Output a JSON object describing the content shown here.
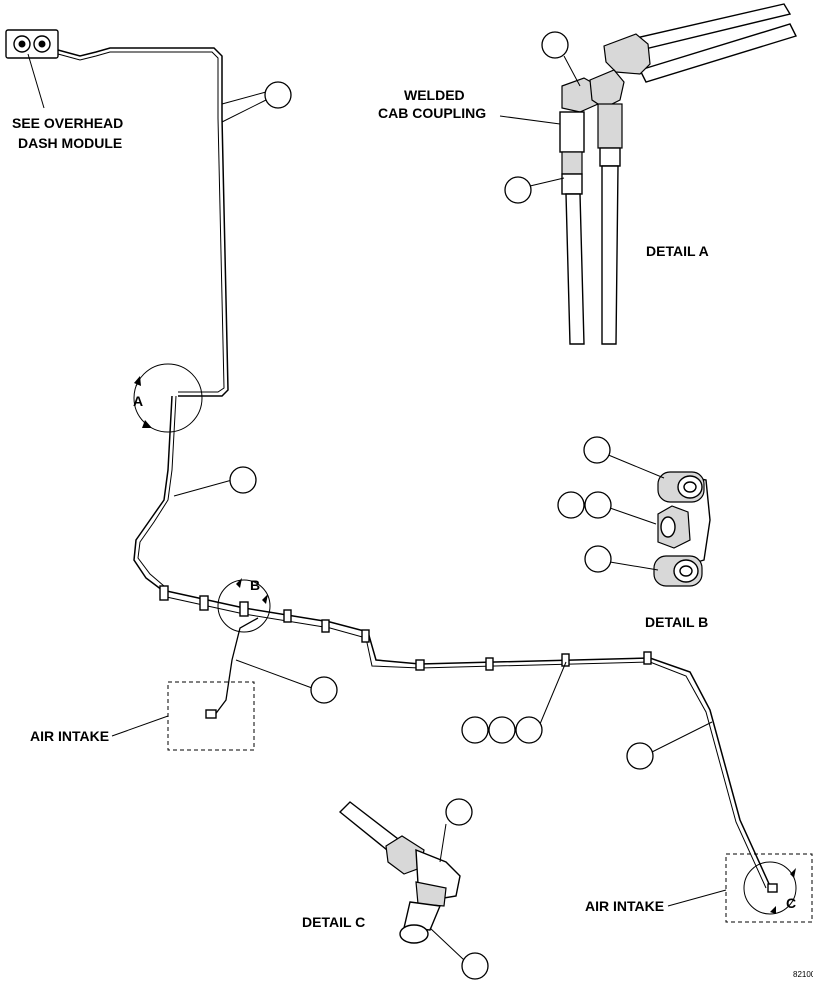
{
  "labels": {
    "see_overhead_line1": "SEE OVERHEAD",
    "see_overhead_line2": "DASH MODULE",
    "welded_line1": "WELDED",
    "welded_line2": "CAB COUPLING",
    "detail_a": "DETAIL A",
    "detail_b": "DETAIL B",
    "detail_c": "DETAIL C",
    "air_intake_left": "AIR INTAKE",
    "air_intake_right": "AIR INTAKE",
    "callout_a": "A",
    "callout_b": "B",
    "callout_c": "C",
    "figure_number": "82100"
  }
}
